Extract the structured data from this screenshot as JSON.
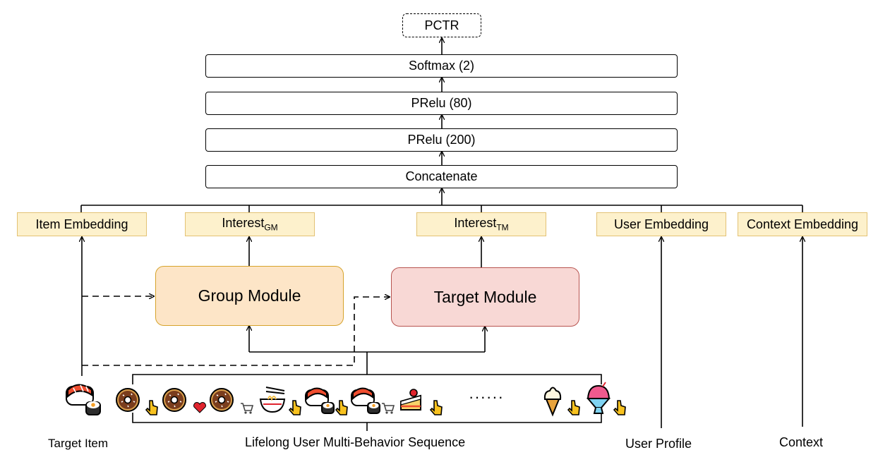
{
  "output": {
    "label": "PCTR"
  },
  "layers": {
    "softmax": "Softmax (2)",
    "prelu80": "PRelu (80)",
    "prelu200": "PRelu (200)",
    "concat": "Concatenate"
  },
  "embeddings": {
    "item": "Item Embedding",
    "interest_gm_base": "Interest",
    "interest_gm_sub": "GM",
    "interest_tm_base": "Interest",
    "interest_tm_sub": "TM",
    "user": "User Embedding",
    "context": "Context Embedding"
  },
  "modules": {
    "group": "Group Module",
    "target": "Target Module"
  },
  "inputs": {
    "target_item": "Target Item",
    "sequence": "Lifelong User Multi-Behavior Sequence",
    "user_profile": "User Profile",
    "context": "Context"
  },
  "sequence": {
    "ellipsis": "······",
    "items": [
      {
        "item_icon": "donut-icon",
        "behavior_icon": "click-hand-icon"
      },
      {
        "item_icon": "donut-icon",
        "behavior_icon": "heart-icon"
      },
      {
        "item_icon": "donut-icon",
        "behavior_icon": "cart-icon"
      },
      {
        "item_icon": "noodles-icon",
        "behavior_icon": "click-hand-icon"
      },
      {
        "item_icon": "sushi-icon",
        "behavior_icon": "click-hand-icon"
      },
      {
        "item_icon": "sushi-icon",
        "behavior_icon": "cart-icon"
      },
      {
        "item_icon": "cake-icon",
        "behavior_icon": "click-hand-icon"
      },
      {
        "item_icon": "ice-cream-icon",
        "behavior_icon": "click-hand-icon"
      },
      {
        "item_icon": "shaved-ice-icon",
        "behavior_icon": "click-hand-icon"
      }
    ]
  },
  "colors": {
    "embedding_fill": "#fdf1cc",
    "embedding_border": "#e3c274",
    "group_module_fill": "#fde5c7",
    "group_module_border": "#d6a32b",
    "target_module_fill": "#f8d8d5",
    "target_module_border": "#b85450"
  }
}
